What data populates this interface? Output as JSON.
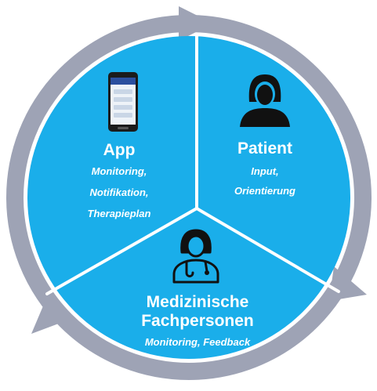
{
  "colors": {
    "ring": "#9ea3b5",
    "disc": "#1aaeea",
    "divider": "#ffffff",
    "text": "#ffffff",
    "icon": "#111111"
  },
  "segments": {
    "app": {
      "title": "App",
      "lines": [
        "Monitoring,",
        "Notifikation,",
        "Therapieplan"
      ],
      "icon": "smartphone-icon"
    },
    "patient": {
      "title": "Patient",
      "lines": [
        "Input,",
        "Orientierung"
      ],
      "icon": "woman-user-icon"
    },
    "staff": {
      "title_lines": [
        "Medizinische",
        "Fachpersonen"
      ],
      "lines": [
        "Monitoring, Feedback"
      ],
      "icon": "doctor-stethoscope-icon"
    }
  }
}
